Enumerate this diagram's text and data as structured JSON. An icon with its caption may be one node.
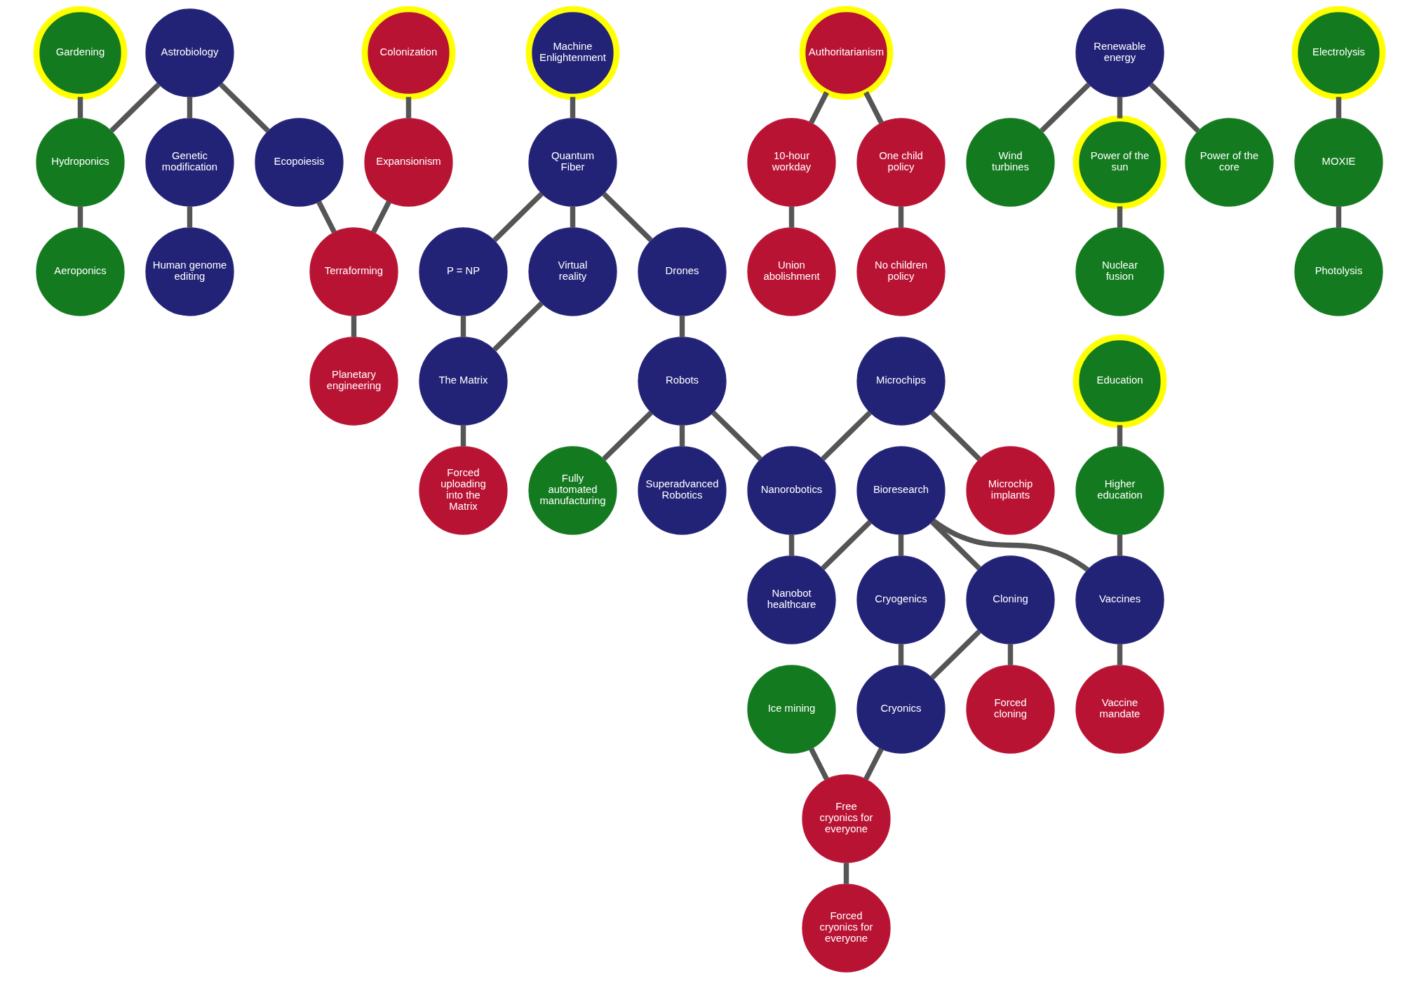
{
  "diagram": {
    "nodes": [
      {
        "text": [
          "Gardening"
        ]
      },
      {
        "text": [
          "Astrobiology"
        ]
      },
      {
        "text": [
          "Colonization"
        ]
      },
      {
        "text": [
          "Machine Enlightenment"
        ]
      },
      {
        "text": [
          "Authoritarianism"
        ]
      },
      {
        "text": [
          "Renewable energy"
        ]
      },
      {
        "text": [
          "Electrolysis"
        ]
      },
      {
        "text": [
          "Hydroponics"
        ]
      },
      {
        "text": [
          "Genetic modification"
        ]
      },
      {
        "text": [
          "Ecopoiesis"
        ]
      },
      {
        "text": [
          "Expansionism"
        ]
      },
      {
        "text": [
          "Quantum Fiber"
        ]
      },
      {
        "text": [
          "10-hour workday"
        ]
      },
      {
        "text": [
          "One child policy"
        ]
      },
      {
        "text": [
          "Wind turbines"
        ]
      },
      {
        "text": [
          "Power of the sun"
        ]
      },
      {
        "text": [
          "Power of the core"
        ]
      },
      {
        "text": [
          "MOXIE"
        ]
      },
      {
        "text": [
          "Aeroponics"
        ]
      },
      {
        "text": [
          "Human genome editing"
        ]
      },
      {
        "text": [
          "Terraforming"
        ]
      },
      {
        "text": [
          "P = NP"
        ]
      },
      {
        "text": [
          "Virtual reality"
        ]
      },
      {
        "text": [
          "Drones"
        ]
      },
      {
        "text": [
          "Union abolishment"
        ]
      },
      {
        "text": [
          "No children policy"
        ]
      },
      {
        "text": [
          "Nuclear fusion"
        ]
      },
      {
        "text": [
          "Photolysis"
        ]
      },
      {
        "text": [
          "Planetary engineering"
        ]
      },
      {
        "text": [
          "The Matrix"
        ]
      },
      {
        "text": [
          "Robots"
        ]
      },
      {
        "text": [
          "Microchips"
        ]
      },
      {
        "text": [
          "Education"
        ]
      },
      {
        "text": [
          "Forced uploading into the Matrix"
        ]
      },
      {
        "text": [
          "Fully automated manufacturing"
        ]
      },
      {
        "text": [
          "Superadvanced Robotics"
        ]
      },
      {
        "text": [
          "Nanorobotics"
        ]
      },
      {
        "text": [
          "Microchip implants"
        ]
      },
      {
        "text": [
          "Bioresearch"
        ]
      },
      {
        "text": [
          "Higher education"
        ]
      },
      {
        "text": [
          "Nanobot healthcare"
        ]
      },
      {
        "text": [
          "Cryogenics"
        ]
      },
      {
        "text": [
          "Cloning"
        ]
      },
      {
        "text": [
          "Vaccines"
        ]
      },
      {
        "text": [
          "Ice mining"
        ]
      },
      {
        "text": [
          "Cryonics"
        ]
      },
      {
        "text": [
          "Forced cloning"
        ]
      },
      {
        "text": [
          "Vaccine mandate"
        ]
      },
      {
        "text": [
          "Free cryonics for everyone"
        ]
      },
      {
        "text": [
          "Forced cryonics for everyone"
        ]
      }
    ],
    "edges": [
      {
        "from": 0,
        "to": 7,
        "arrow": "none"
      },
      {
        "from": 7,
        "to": 18,
        "arrow": "none"
      },
      {
        "from": 1,
        "to": 7,
        "arrow": "none"
      },
      {
        "from": 1,
        "to": 8,
        "arrow": "none"
      },
      {
        "from": 1,
        "to": 9,
        "arrow": "none"
      },
      {
        "from": 8,
        "to": 19,
        "arrow": "none"
      },
      {
        "from": 2,
        "to": 10,
        "arrow": "none"
      },
      {
        "from": 10,
        "to": 20,
        "arrow": "none"
      },
      {
        "from": 9,
        "to": 20,
        "arrow": "none"
      },
      {
        "from": 20,
        "to": 28,
        "arrow": "none"
      },
      {
        "from": 3,
        "to": 11,
        "arrow": "none"
      },
      {
        "from": 11,
        "to": 21,
        "arrow": "none"
      },
      {
        "from": 11,
        "to": 22,
        "arrow": "none"
      },
      {
        "from": 11,
        "to": 23,
        "arrow": "none"
      },
      {
        "from": 21,
        "to": 29,
        "arrow": "none"
      },
      {
        "from": 22,
        "to": 29,
        "arrow": "none"
      },
      {
        "from": 29,
        "to": 33,
        "arrow": "none"
      },
      {
        "from": 23,
        "to": 30,
        "arrow": "none"
      },
      {
        "from": 30,
        "to": 34,
        "arrow": "none"
      },
      {
        "from": 30,
        "to": 35,
        "arrow": "none"
      },
      {
        "from": 30,
        "to": 36,
        "arrow": "none"
      },
      {
        "from": 31,
        "to": 36,
        "arrow": "none"
      },
      {
        "from": 31,
        "to": 37,
        "arrow": "none"
      },
      {
        "from": 36,
        "to": 40,
        "arrow": "none"
      },
      {
        "from": 4,
        "to": 12,
        "arrow": "none"
      },
      {
        "from": 4,
        "to": 13,
        "arrow": "none"
      },
      {
        "from": 12,
        "to": 24,
        "arrow": "none"
      },
      {
        "from": 13,
        "to": 25,
        "arrow": "none"
      },
      {
        "from": 5,
        "to": 14,
        "arrow": "none"
      },
      {
        "from": 5,
        "to": 15,
        "arrow": "none"
      },
      {
        "from": 5,
        "to": 16,
        "arrow": "none"
      },
      {
        "from": 15,
        "to": 26,
        "arrow": "none"
      },
      {
        "from": 6,
        "to": 17,
        "arrow": "none"
      },
      {
        "from": 17,
        "to": 27,
        "arrow": "none"
      },
      {
        "from": 32,
        "to": 39,
        "arrow": "none"
      },
      {
        "from": 39,
        "to": 43,
        "arrow": "none"
      },
      {
        "from": 38,
        "to": 40,
        "arrow": "none"
      },
      {
        "from": 38,
        "to": 41,
        "arrow": "none"
      },
      {
        "from": 38,
        "to": 42,
        "arrow": "none"
      },
      {
        "from": 38,
        "to": 43,
        "arrow": "none"
      },
      {
        "from": 41,
        "to": 45,
        "arrow": "none"
      },
      {
        "from": 42,
        "to": 45,
        "arrow": "none"
      },
      {
        "from": 42,
        "to": 46,
        "arrow": "none"
      },
      {
        "from": 43,
        "to": 47,
        "arrow": "none"
      },
      {
        "from": 45,
        "to": 48,
        "arrow": "none"
      },
      {
        "from": 44,
        "to": 48,
        "arrow": "none"
      },
      {
        "from": 48,
        "to": 49,
        "arrow": "none"
      }
    ]
  }
}
